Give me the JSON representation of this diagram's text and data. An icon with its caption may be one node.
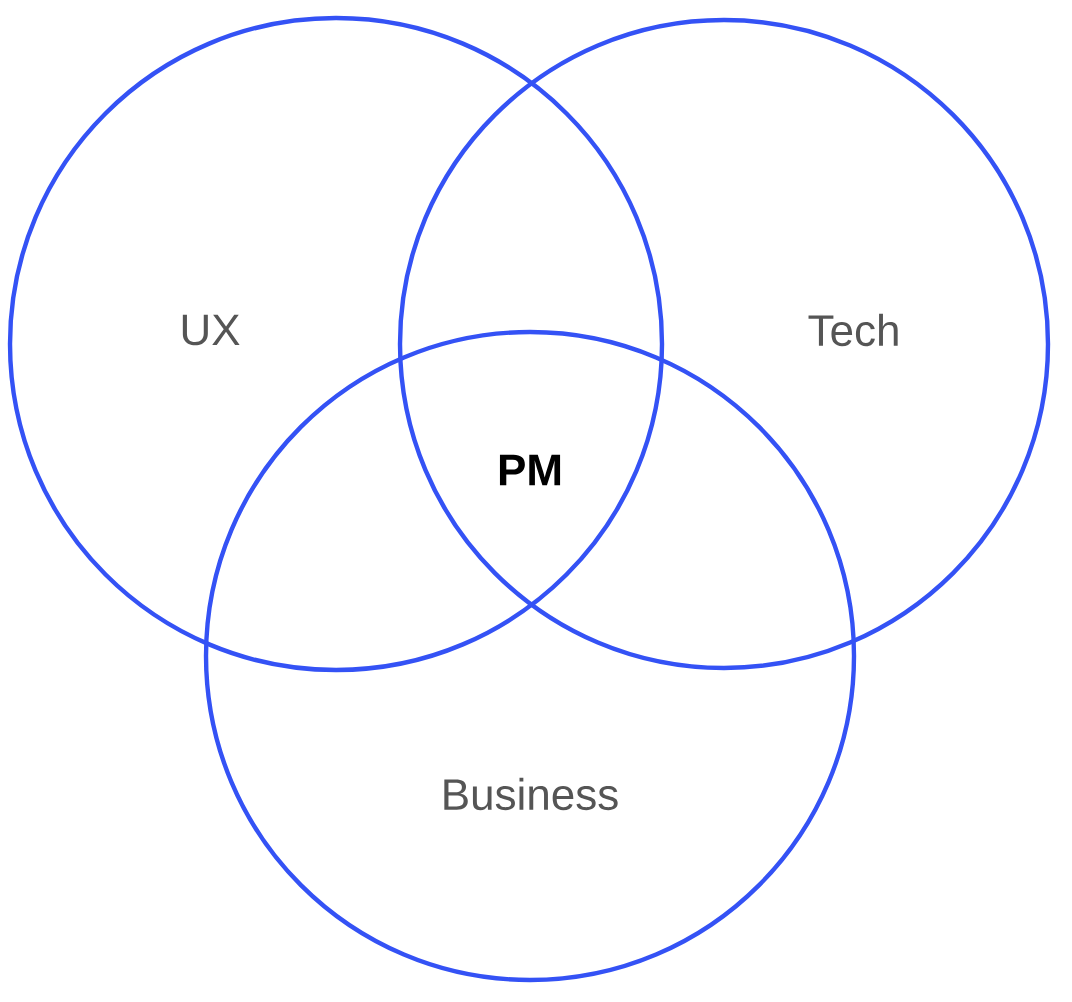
{
  "diagram": {
    "nodes": [
      {
        "text": [
          "UX"
        ]
      },
      {
        "text": [
          "Tech"
        ]
      },
      {
        "text": [
          "Business"
        ]
      }
    ],
    "labels": [
      "PM"
    ]
  }
}
